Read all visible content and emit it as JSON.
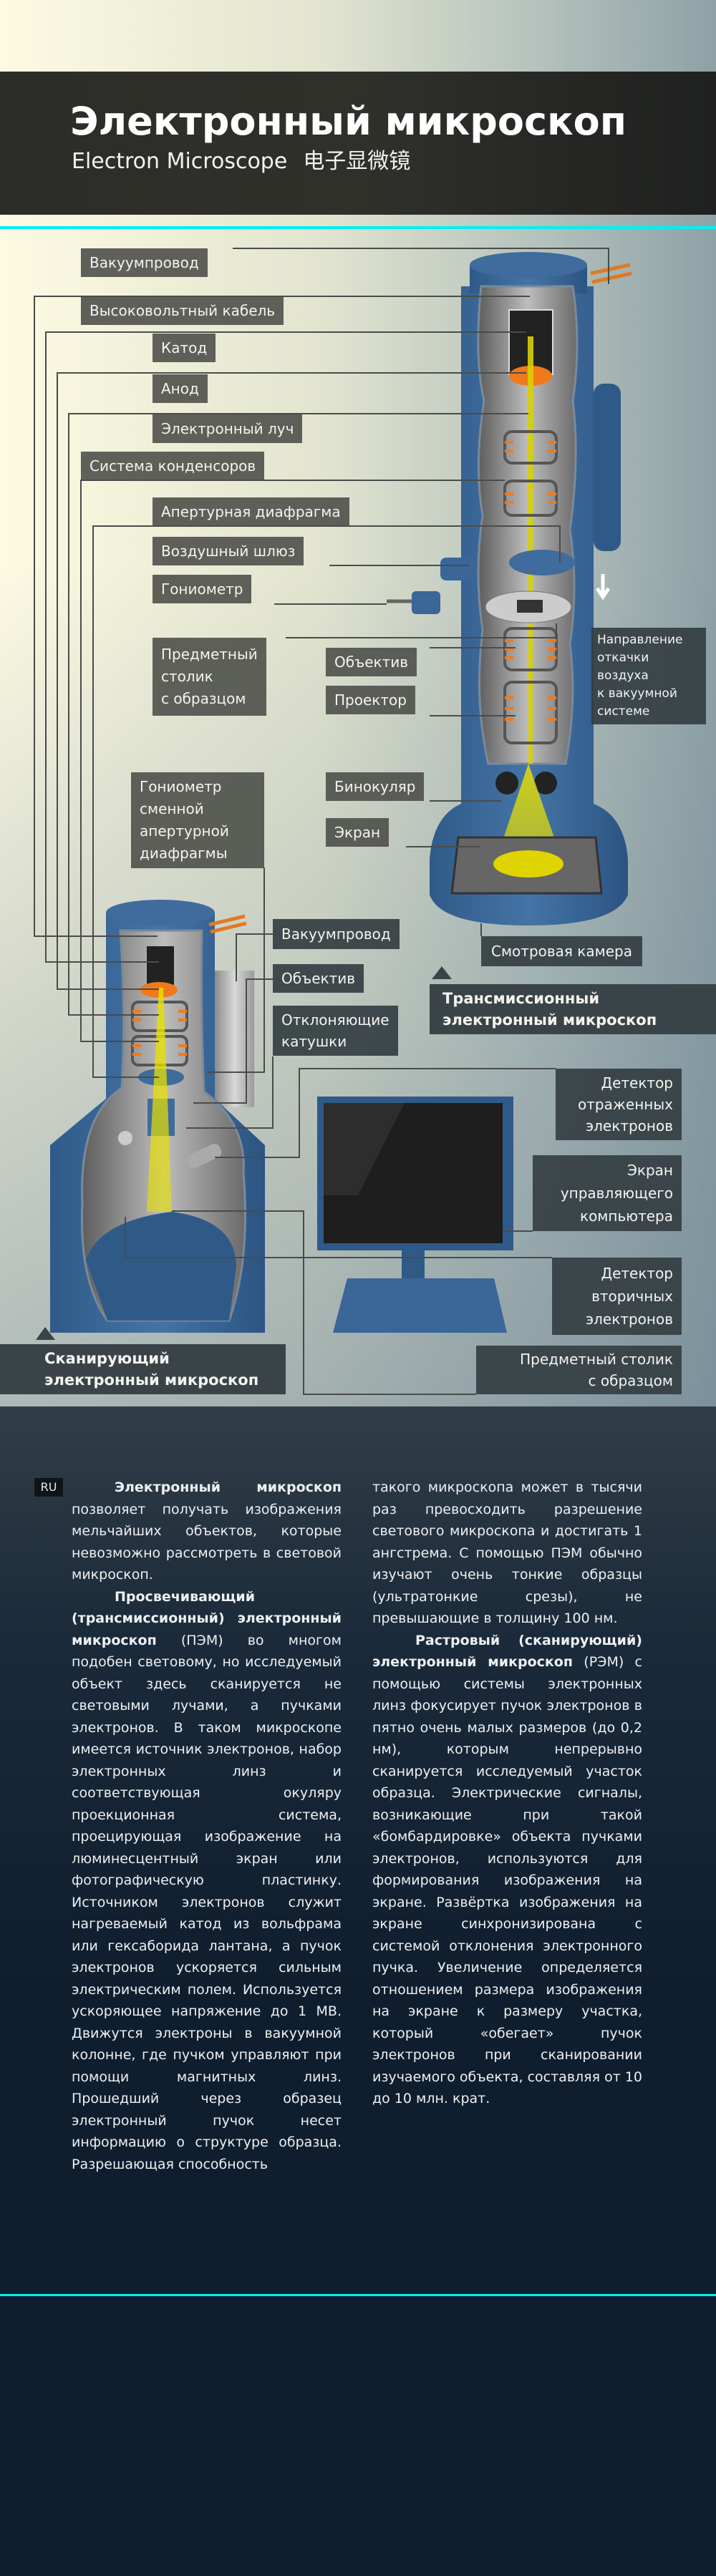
{
  "header": {
    "title": "Электронный микроскоп",
    "subtitle_en": "Electron Microscope",
    "subtitle_zh": "电子显微镜"
  },
  "colors": {
    "accent": "#00f0f0",
    "column": "#3f6c9c",
    "beam": "#e8e000",
    "coil": "#f08020",
    "label_bg": "#4e504a"
  },
  "tem_labels": {
    "vacuum_line": "Вакуумпровод",
    "hv_cable": "Высоковольтный кабель",
    "cathode": "Катод",
    "anode": "Анод",
    "electron_beam": "Электронный луч",
    "condensers": "Система конденсоров",
    "aperture": "Апертурная диафрагма",
    "airlock": "Воздушный шлюз",
    "goniometer": "Гониометр",
    "stage": [
      "Предметный",
      "столик",
      "с образцом"
    ],
    "objective": "Объектив",
    "projector": "Проектор",
    "pump_direction": [
      "Направление",
      "откачки",
      "воздуха",
      "к вакуумной",
      "системе"
    ],
    "binocular": "Бинокуляр",
    "screen": "Экран",
    "viewing_chamber": "Смотровая камера",
    "title": [
      "Трансмиссионный",
      "электронный микроскоп"
    ]
  },
  "sem_labels": {
    "goniometer_aperture": [
      "Гониометр",
      "сменной",
      "апертурной",
      "диафрагмы"
    ],
    "vacuum_line": "Вакуумпровод",
    "objective": "Объектив",
    "deflection_coils": [
      "Отклоняющие",
      "катушки"
    ],
    "backscatter_detector": [
      "Детектор",
      "отраженных",
      "электронов"
    ],
    "computer_screen": [
      "Экран",
      "управляющего",
      "компьютера"
    ],
    "secondary_detector": [
      "Детектор",
      "вторичных",
      "электронов"
    ],
    "stage": [
      "Предметный столик",
      "с образцом"
    ],
    "title": [
      "Сканирующий",
      "электронный микроскоп"
    ]
  },
  "article": {
    "lang": "RU",
    "p1_bold": "Электронный микроскоп",
    "p1": " позволяет получать изображения мельчайших объектов, которые невозможно рассмотреть в световой микроскоп.",
    "p2_bold": "Просвечивающий (трансмиссионный) электронный микроскоп",
    "p2": " (ПЭМ) во многом подобен световому, но исследуемый объект здесь сканируется не световыми лучами, а пучками электронов. В таком микроскопе имеется источник электронов, набор электронных линз и соответствующая окуляру проекционная система, проецирующая изображение на люминесцентный экран или фотографическую пластинку. Источником электронов служит нагреваемый катод из вольфрама или гексаборида лантана, а пучок электронов ускоряется сильным электрическим полем. Используется ускоряющее напряжение до 1 МВ. Движутся электроны в вакуумной колонне, где пучком управляют при помощи магнитных линз. Прошедший через образец электронный пучок несет информацию о структуре образца. Разрешающая способность",
    "p2_cont": "такого микроскопа может в тысячи раз превосходить разрешение светового микроскопа и достигать 1 ангстрема. С помощью ПЭМ обычно изучают очень тонкие образцы (ультратонкие срезы), не превышающие в толщину 100 нм.",
    "p3_bold": "Растровый (сканирующий) электронный микроскоп",
    "p3": " (РЭМ) с помощью системы электронных линз фокусирует пучок электронов в пятно очень малых размеров (до 0,2 нм), которым непрерывно сканируется исследуемый участок образца. Электрические сигналы, возникающие при такой «бомбардировке» объекта пучками электронов, используются для формирования изображения на экране. Развёртка изображения на экране синхронизирована с системой отклонения электронного пучка. Увеличение определяется отношением размера изображения на экране к размеру участка, который «обегает» пучок электронов при сканировании изучаемого объекта, составляя от 10 до 10 млн. крат."
  }
}
